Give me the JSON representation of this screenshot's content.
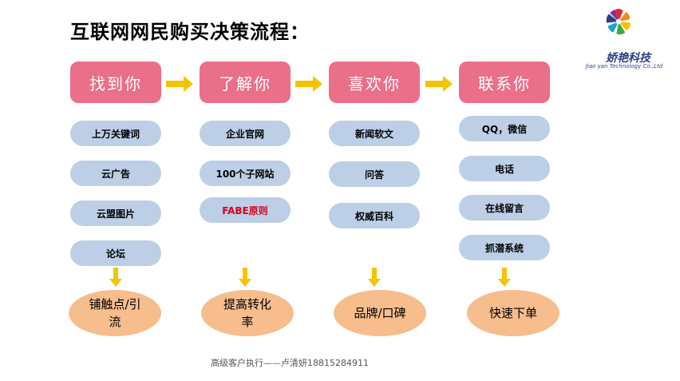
{
  "title": "互联网网民购买决策流程：",
  "logo": {
    "name": "娇艳科技",
    "subtitle": "Jiao yan Technology Co.,Ltd"
  },
  "columns": [
    {
      "header": "找到你",
      "items": [
        {
          "label": "上万关键词"
        },
        {
          "label": "云广告"
        },
        {
          "label": "云盟图片"
        },
        {
          "label": "论坛"
        }
      ],
      "result": "铺触点/引流"
    },
    {
      "header": "了解你",
      "items": [
        {
          "label": "企业官网"
        },
        {
          "label": "100个子网站"
        },
        {
          "label": "FABE原则",
          "highlight": "#d9001b"
        }
      ],
      "result": "提高转化率"
    },
    {
      "header": "喜欢你",
      "items": [
        {
          "label": "新闻软文"
        },
        {
          "label": "问答"
        },
        {
          "label": "权威百科"
        }
      ],
      "result": "品牌/口碑"
    },
    {
      "header": "联系你",
      "items": [
        {
          "label": "QQ，微信"
        },
        {
          "label": "电话"
        },
        {
          "label": "在线留言"
        },
        {
          "label": "抓潜系统"
        }
      ],
      "result": "快速下单"
    }
  ],
  "footer": "高级客户执行——卢清妍18815284911",
  "colors": {
    "header": "#ea6f89",
    "item": "#bccfe6",
    "result": "#f7bd8c",
    "arrow": "#f5c400",
    "highlight": "#d9001b"
  }
}
